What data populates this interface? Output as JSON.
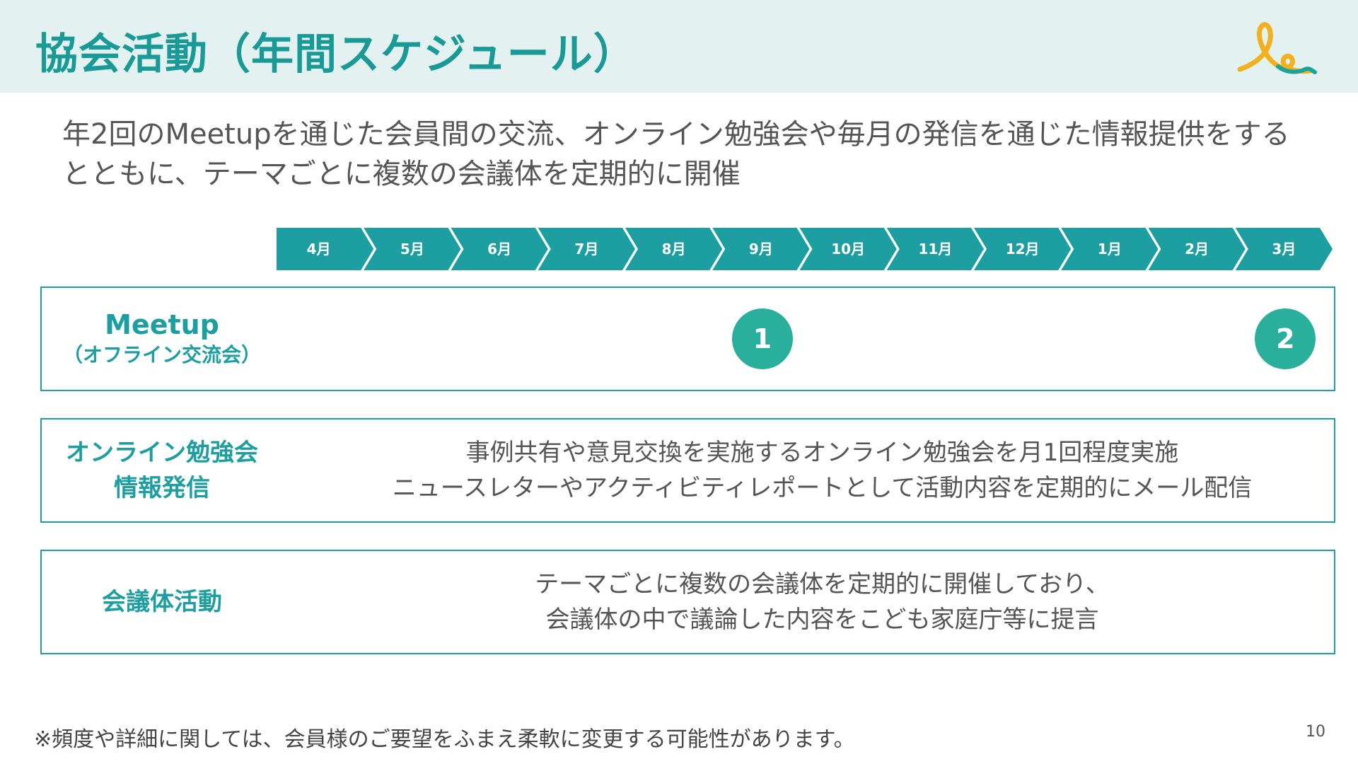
{
  "header": {
    "title": "協会活動（年間スケジュール）",
    "logo_icon": "ribbon-logo-icon"
  },
  "lead": {
    "line1": "年2回のMeetupを通じた会員間の交流、オンライン勉強会や毎月の発信を通じた情報提供をする",
    "line2": "とともに、テーマごとに複数の会議体を定期的に開催"
  },
  "timeline": {
    "months": [
      "4月",
      "5月",
      "6月",
      "7月",
      "8月",
      "9月",
      "10月",
      "11月",
      "12月",
      "1月",
      "2月",
      "3月"
    ]
  },
  "rows": [
    {
      "label_line1": "Meetup",
      "label_line2": "（オフライン交流会）",
      "markers": [
        {
          "label": "1",
          "month": "9月"
        },
        {
          "label": "2",
          "month": "3月"
        }
      ]
    },
    {
      "label_line1": "オンライン勉強会",
      "label_line2": "情報発信",
      "desc_line1": "事例共有や意見交換を実施するオンライン勉強会を月1回程度実施",
      "desc_line2": "ニュースレターやアクティビティレポートとして活動内容を定期的にメール配信"
    },
    {
      "label_line1": "会議体活動",
      "desc_line1": "テーマごとに複数の会議体を定期的に開催しており、",
      "desc_line2": "会議体の中で議論した内容をこども家庭庁等に提言"
    }
  ],
  "footnote": "※頻度や詳細に関しては、会員様のご要望をふまえ柔軟に変更する可能性があります。",
  "page_number": "10",
  "colors": {
    "accent": "#1d9ea0",
    "header_bg": "#e3f2f1",
    "marker": "#2aaf9d",
    "logo_yellow": "#f2b01e",
    "logo_teal": "#1aa39a"
  }
}
